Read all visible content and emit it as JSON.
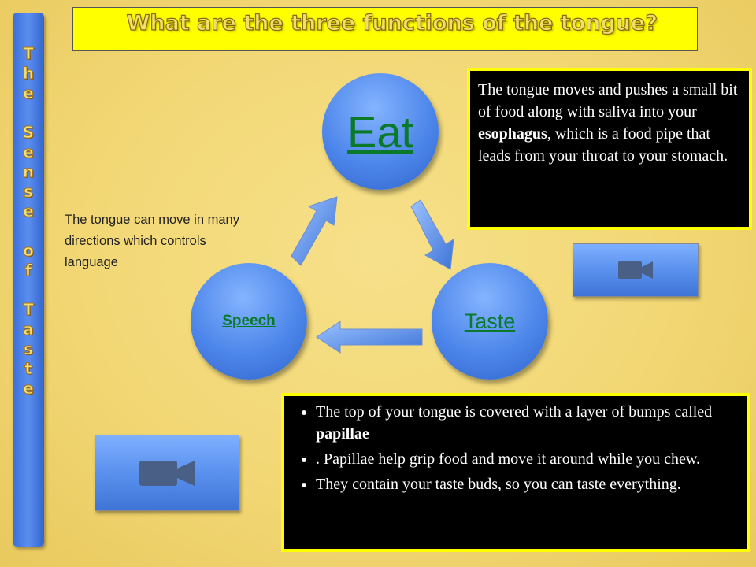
{
  "sidebar": {
    "text": "The Sense of Taste"
  },
  "title": {
    "text": "What are the three functions of the tongue?"
  },
  "cycle": {
    "eat": "Eat",
    "taste": "Taste",
    "speech": "Speech"
  },
  "notes": {
    "language": "The tongue can move in many directions which controls language"
  },
  "esophagus_box": {
    "part1": "The tongue moves and pushes a small bit of food along with saliva into your ",
    "bold": "esophagus",
    "part2": ", which is a food pipe that leads from your throat to your stomach."
  },
  "papillae_box": {
    "item1_text": "The top of your tongue is covered with a layer of bumps called ",
    "item1_bold": "papillae",
    "item2": ". Papillae help grip food and move it around while you chew.",
    "item3": "They contain your taste buds, so you can taste everything."
  },
  "icons": {
    "video_button_1": "video-camera-icon",
    "video_button_2": "video-camera-icon"
  },
  "colors": {
    "background": "#f2d774",
    "sidebar": "#4a7ee6",
    "title_bar": "#ffff00",
    "link_green": "#0a7a2a",
    "box_border": "#ffff00"
  }
}
